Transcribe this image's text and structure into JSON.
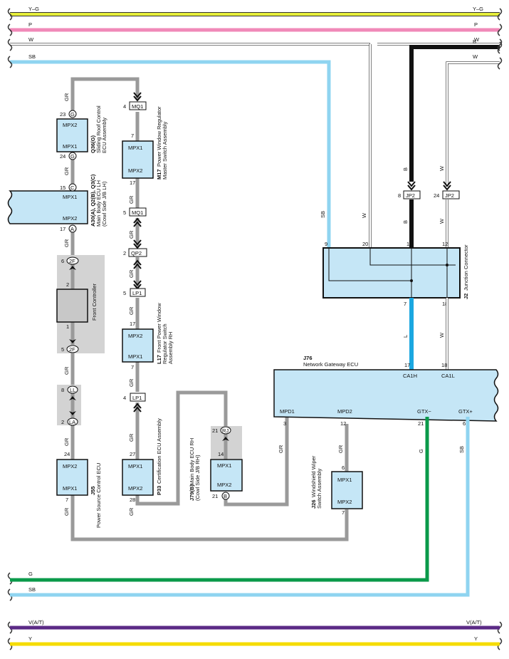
{
  "buses": {
    "yg": {
      "label_left": "Y–G",
      "label_right": "Y–G",
      "color": "#e6ee3a"
    },
    "p": {
      "label_left": "P",
      "label_right": "P",
      "color": "#f089b8"
    },
    "w": {
      "label_left": "W",
      "label_right": "W",
      "color": "#ffffff"
    },
    "b": {
      "label_right": "B",
      "color": "#111111"
    },
    "w2": {
      "label_right": "W",
      "color": "#ffffff"
    },
    "sb": {
      "label_left": "SB",
      "color": "#8fd4f0"
    },
    "g": {
      "label_left": "G",
      "color": "#0a9a4a"
    },
    "sb2": {
      "label_left": "SB",
      "color": "#8fd4f0"
    },
    "vat": {
      "label_left": "V(A/T)",
      "label_right": "V(A/T)",
      "color": "#5b2a86"
    },
    "y": {
      "label_left": "Y",
      "label_right": "Y",
      "color": "#f5dc00"
    }
  },
  "wire_colors": {
    "GR": "#9a9a9a",
    "L": "#1ba7e0",
    "ecu_fill": "#c5e6f6",
    "gray_fill": "#d3d3d3"
  },
  "wire_labels": {
    "gr": "GR",
    "sb": "SB",
    "w": "W",
    "b": "B",
    "l": "L",
    "g": "G"
  },
  "components": {
    "q36": {
      "code": "Q36(G)",
      "name": "Sliding Roof Control",
      "name2": "ECU Assembly",
      "pin_top": "MPX2",
      "pin_bottom": "MPX1",
      "pin_top_no": "23",
      "pin_top_letter": "G",
      "pin_bottom_no": "24",
      "pin_bottom_letter": "G"
    },
    "a30": {
      "code": "A30(A), Q2(B), Q3(C)",
      "name": "Main Body ECU LH",
      "name2": "(Cowl Side J/B LH)",
      "pin_top": "MPX1",
      "pin_bottom": "MPX2",
      "pin_top_no": "15",
      "pin_top_letter": "C",
      "pin_bottom_no": "17",
      "pin_bottom_letter": "A"
    },
    "front_controller": {
      "name": "Front Controller",
      "pin_top_no": "2",
      "pin_bottom_no": "1",
      "conn_top_no": "6",
      "conn_top": "2F",
      "conn_bottom_no": "5",
      "conn_bottom": "2F"
    },
    "ll_la": {
      "top_no": "8",
      "top": "LL",
      "bottom_no": "2",
      "bottom": "LA"
    },
    "j55": {
      "code": "J55",
      "name": "Power Source Control ECU",
      "pin_top": "MPX2",
      "pin_bottom": "MPX1",
      "pin_top_no": "24",
      "pin_bottom_no": "7"
    },
    "m17": {
      "code": "M17",
      "name": "Power Window Regulator",
      "name2": "Master Switch Assembly",
      "pin_top": "MPX1",
      "pin_bottom": "MPX2",
      "pin_top_no": "7",
      "pin_bottom_no": "17"
    },
    "l17": {
      "code": "L17",
      "name": "Front Power Window",
      "name2": "Regulator Switch",
      "name3": "Assembly RH",
      "pin_top": "MPX2",
      "pin_bottom": "MPX1",
      "pin_top_no": "17",
      "pin_bottom_no": "7"
    },
    "p33": {
      "code": "P33",
      "name": "Certification ECU Assembly",
      "pin_top": "MPX1",
      "pin_bottom": "MPX2",
      "pin_top_no": "27",
      "pin_bottom_no": "28"
    },
    "j79": {
      "code": "J79(B)",
      "name": "Main Body ECU RH",
      "name2": "(Cowl Side J/B RH)",
      "pin_top": "MPX1",
      "pin_bottom": "MPX2",
      "pin_top_no": "14",
      "pin_bottom_no": "21",
      "pin_bottom_letter": "B",
      "conn_no": "21",
      "conn": "RJ"
    },
    "j26": {
      "code": "J26",
      "name": "Windshield Wiper",
      "name2": "Switch Assembly",
      "pin_top": "MPX1",
      "pin_bottom": "MPX2",
      "pin_top_no": "6",
      "pin_bottom_no": "7"
    },
    "j2": {
      "code": "J2",
      "name": "Junction Connector",
      "pins": [
        "9",
        "20",
        "1",
        "12",
        "7",
        "18"
      ]
    },
    "j76": {
      "code": "J76",
      "name": "Network Gateway ECU",
      "ca1h": "CA1H",
      "ca1l": "CA1L",
      "ca1h_no": "17",
      "ca1l_no": "18",
      "mpd1": "MPD1",
      "mpd2": "MPD2",
      "gtxm": "GTX−",
      "gtxp": "GTX+",
      "mpd1_no": "3",
      "mpd2_no": "12",
      "gtxm_no": "21",
      "gtxp_no": "6"
    }
  },
  "connectors": {
    "mq1_top": {
      "no": "4",
      "label": "MQ1"
    },
    "mq1_bot": {
      "no": "5",
      "label": "MQ1"
    },
    "qp2": {
      "no": "2",
      "label": "QP2"
    },
    "lp1_top": {
      "no": "5",
      "label": "LP1"
    },
    "lp1_bot": {
      "no": "4",
      "label": "LP1"
    },
    "jp2_b": {
      "no": "8",
      "label": "JP2"
    },
    "jp2_w": {
      "no": "24",
      "label": "JP2"
    }
  }
}
